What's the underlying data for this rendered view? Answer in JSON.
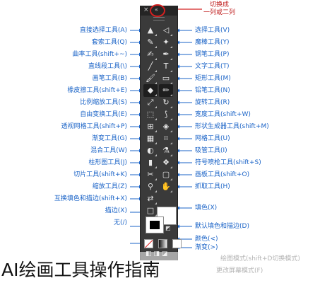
{
  "top_note": {
    "line1": "切换成",
    "line2": "一列或二列"
  },
  "panel": {
    "close_glyph": "×",
    "collapse_glyph": "«"
  },
  "left_tools": [
    {
      "glyph": "▲",
      "icon": "selection-arrow-icon",
      "label": "直接选择工具(A)"
    },
    {
      "glyph": "✎",
      "icon": "pencil-pen-icon",
      "label": "套索工具(Q)"
    },
    {
      "glyph": "✍",
      "icon": "curvature-icon",
      "label": "曲率工具(shift+~)"
    },
    {
      "glyph": "╱",
      "icon": "line-segment-icon",
      "label": "直线段工具(\\)"
    },
    {
      "glyph": "🖌",
      "icon": "paintbrush-icon",
      "label": "画笔工具(B)"
    },
    {
      "glyph": "◆",
      "icon": "eraser-icon",
      "label": "橡皮擦工具(shift+E)"
    },
    {
      "glyph": "⤢",
      "icon": "scale-icon",
      "label": "比例缩放工具(S)"
    },
    {
      "glyph": "⬚",
      "icon": "free-transform-icon",
      "label": "自由变换工具(E)"
    },
    {
      "glyph": "⊞",
      "icon": "perspective-grid-icon",
      "label": "透视网格工具(shift+P)"
    },
    {
      "glyph": "▦",
      "icon": "gradient-icon",
      "label": "渐变工具(G)"
    },
    {
      "glyph": "◐",
      "icon": "blend-icon",
      "label": "混合工具(W)"
    },
    {
      "glyph": "▮",
      "icon": "column-graph-icon",
      "label": "柱形图工具(J)"
    },
    {
      "glyph": "✂",
      "icon": "slice-icon",
      "label": "切片工具(shift+K)"
    },
    {
      "glyph": "⚲",
      "icon": "zoom-icon",
      "label": "缩放工具(Z)"
    },
    {
      "glyph": "⇄",
      "icon": "swap-fill-stroke-icon",
      "label": "互换填色和描边(shift+X)"
    },
    {
      "glyph": "□",
      "icon": "stroke-icon",
      "label": "描边(X)"
    },
    {
      "glyph": "⊘",
      "icon": "none-icon",
      "label": "无(/)"
    }
  ],
  "right_tools": [
    {
      "glyph": "◁",
      "icon": "selection-icon",
      "label": "选择工具(V)"
    },
    {
      "glyph": "✦",
      "icon": "magic-wand-icon",
      "label": "魔棒工具(Y)"
    },
    {
      "glyph": "✒",
      "icon": "pen-icon",
      "label": "钢笔工具(P)"
    },
    {
      "glyph": "T",
      "icon": "type-icon",
      "label": "文字工具(T)"
    },
    {
      "glyph": "▭",
      "icon": "rectangle-icon",
      "label": "矩形工具(M)"
    },
    {
      "glyph": "✏",
      "icon": "pencil-icon",
      "label": "铅笔工具(N)"
    },
    {
      "glyph": "↻",
      "icon": "rotate-icon",
      "label": "旋转工具(R)"
    },
    {
      "glyph": "⟆",
      "icon": "width-icon",
      "label": "宽度工具(shift+W)"
    },
    {
      "glyph": "◈",
      "icon": "shape-builder-icon",
      "label": "形状生成器工具(shift+M)"
    },
    {
      "glyph": "⌗",
      "icon": "mesh-icon",
      "label": "网格工具(U)"
    },
    {
      "glyph": "⚗",
      "icon": "eyedropper-icon",
      "label": "吸管工具(I)"
    },
    {
      "glyph": "❖",
      "icon": "symbol-sprayer-icon",
      "label": "符号喷枪工具(shift+S)"
    },
    {
      "glyph": "▢",
      "icon": "artboard-icon",
      "label": "画板工具(shift+O)"
    },
    {
      "glyph": "✋",
      "icon": "hand-icon",
      "label": "抓取工具(H)"
    }
  ],
  "right_extras": [
    {
      "label": "填色(X)"
    },
    {
      "label": "默认填色和描边(D)"
    },
    {
      "label": "颜色(<)"
    },
    {
      "label": "渐变(>)"
    }
  ],
  "faded_labels": {
    "draw_modes": "绘图模式(shift+D切换模式)",
    "screen_mode": "更改屏幕模式(F)"
  },
  "caption": "AI绘画工具操作指南",
  "colors": {
    "label_blue": "#1a63c7",
    "panel_dark": "#3a3a3a",
    "highlight_red": "#d42020"
  }
}
